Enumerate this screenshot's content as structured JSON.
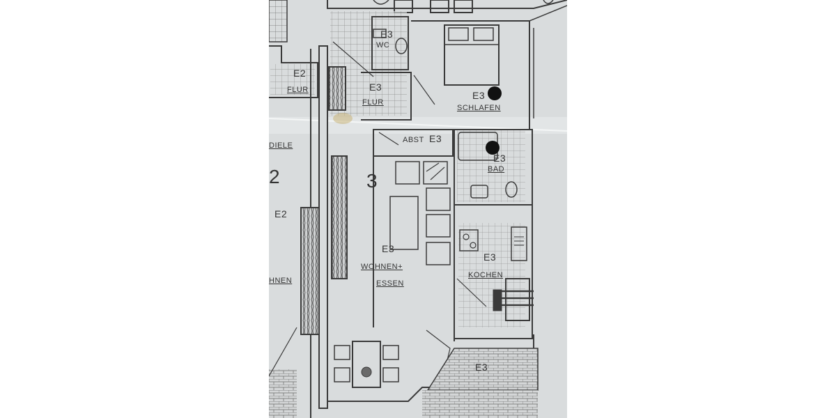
{
  "labels": {
    "e2_flur_code": "E2",
    "e2_flur": "FLUR",
    "e2_diele": "DIELE",
    "e2_number": "2",
    "e2_code": "E2",
    "e2_wohnen": "HNEN",
    "e3_wc_code": "E3",
    "e3_wc": "WC",
    "e3_flur_code": "E3",
    "e3_flur": "FLUR",
    "e3_schlafen_code": "E3",
    "e3_schlafen": "SCHLAFEN",
    "e3_abst": "ABST",
    "e3_abst_code": "E3",
    "e3_bad_code": "E3",
    "e3_bad": "BAD",
    "e3_number": "3",
    "e3_wohnen_code": "E3",
    "e3_wohnen": "WOHNEN+",
    "e3_essen": "ESSEN",
    "e3_kochen_code": "E3",
    "e3_kochen": "KOCHEN",
    "e3_terrace_code": "E3"
  },
  "colors": {
    "paper": "#d9dcdd",
    "ink": "#333333",
    "wall": "#3a3a3a",
    "hole": "#111111",
    "stain": "#c8b57a"
  }
}
